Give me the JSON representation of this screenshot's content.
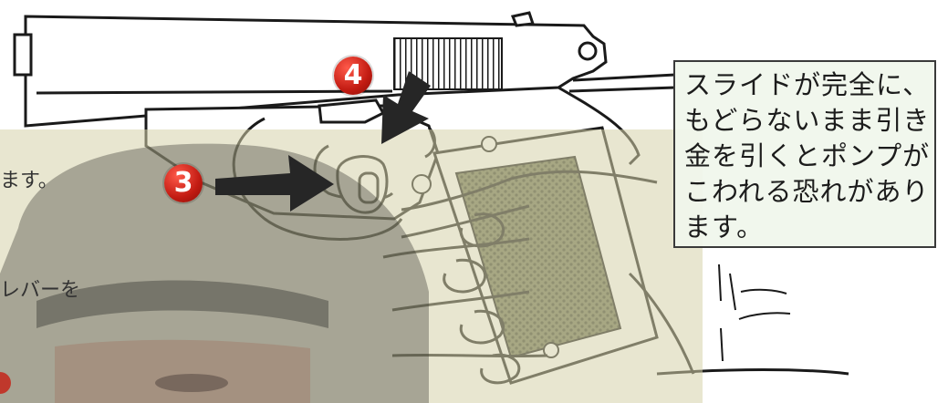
{
  "markers": {
    "marker_4": "4",
    "marker_3": "3"
  },
  "callout": {
    "lines": [
      "スライドが完全に、",
      "もどらないまま引き",
      "金を引くとポンプが",
      "こわれる恐れがあり",
      "ます。"
    ]
  },
  "background_text": {
    "line_1": "ます。",
    "line_2": "レバーを"
  },
  "colors": {
    "marker_red": "#c21b12",
    "callout_border": "#3a3a3a",
    "overlay_olive": "#d6d2aa",
    "line_art": "#1a1a1a",
    "grip_pattern": "#6f7455"
  },
  "icons": {
    "arrow_to_slide_stop": "down-left-arrow-icon",
    "arrow_to_button": "right-arrow-icon"
  }
}
